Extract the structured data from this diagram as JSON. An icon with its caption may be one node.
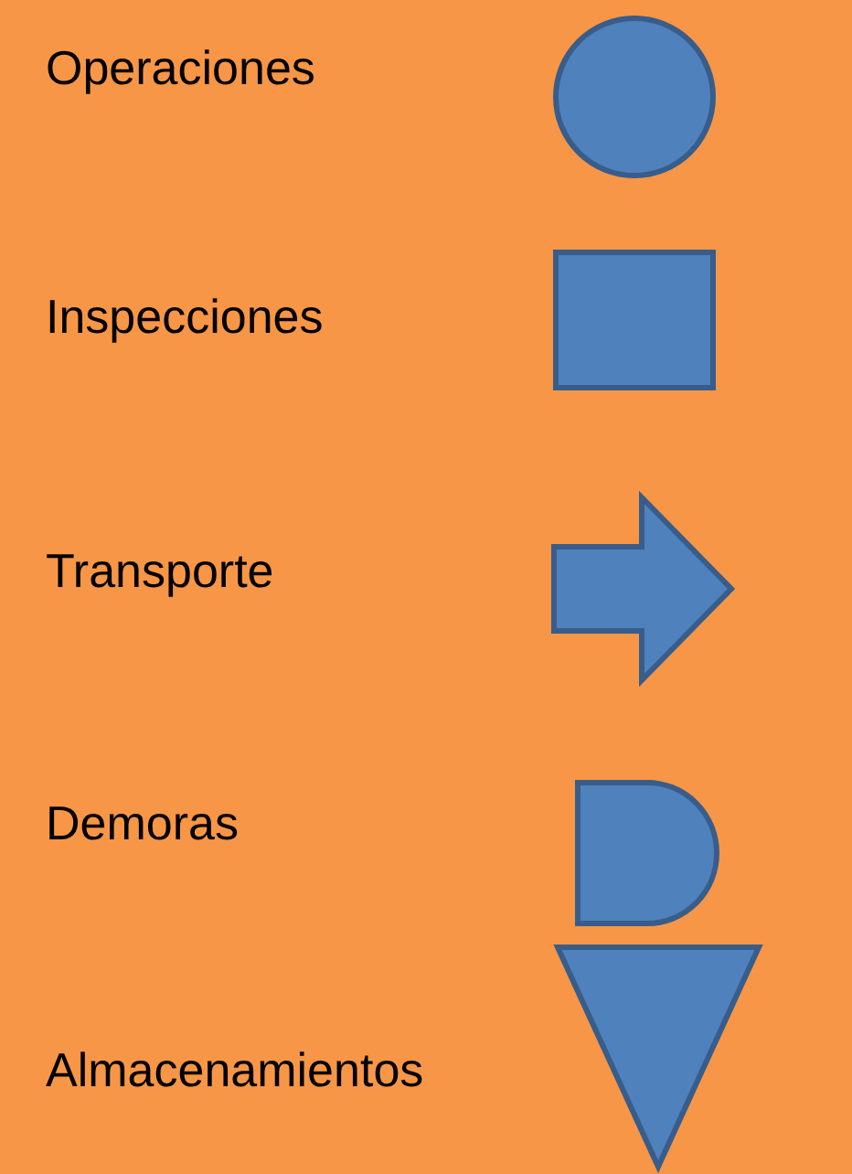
{
  "diagram": {
    "legend": [
      {
        "text": "Operaciones"
      },
      {
        "text": "Inspecciones"
      },
      {
        "text": "Transporte"
      },
      {
        "text": "Demoras"
      },
      {
        "text": "Almacenamientos"
      }
    ]
  }
}
